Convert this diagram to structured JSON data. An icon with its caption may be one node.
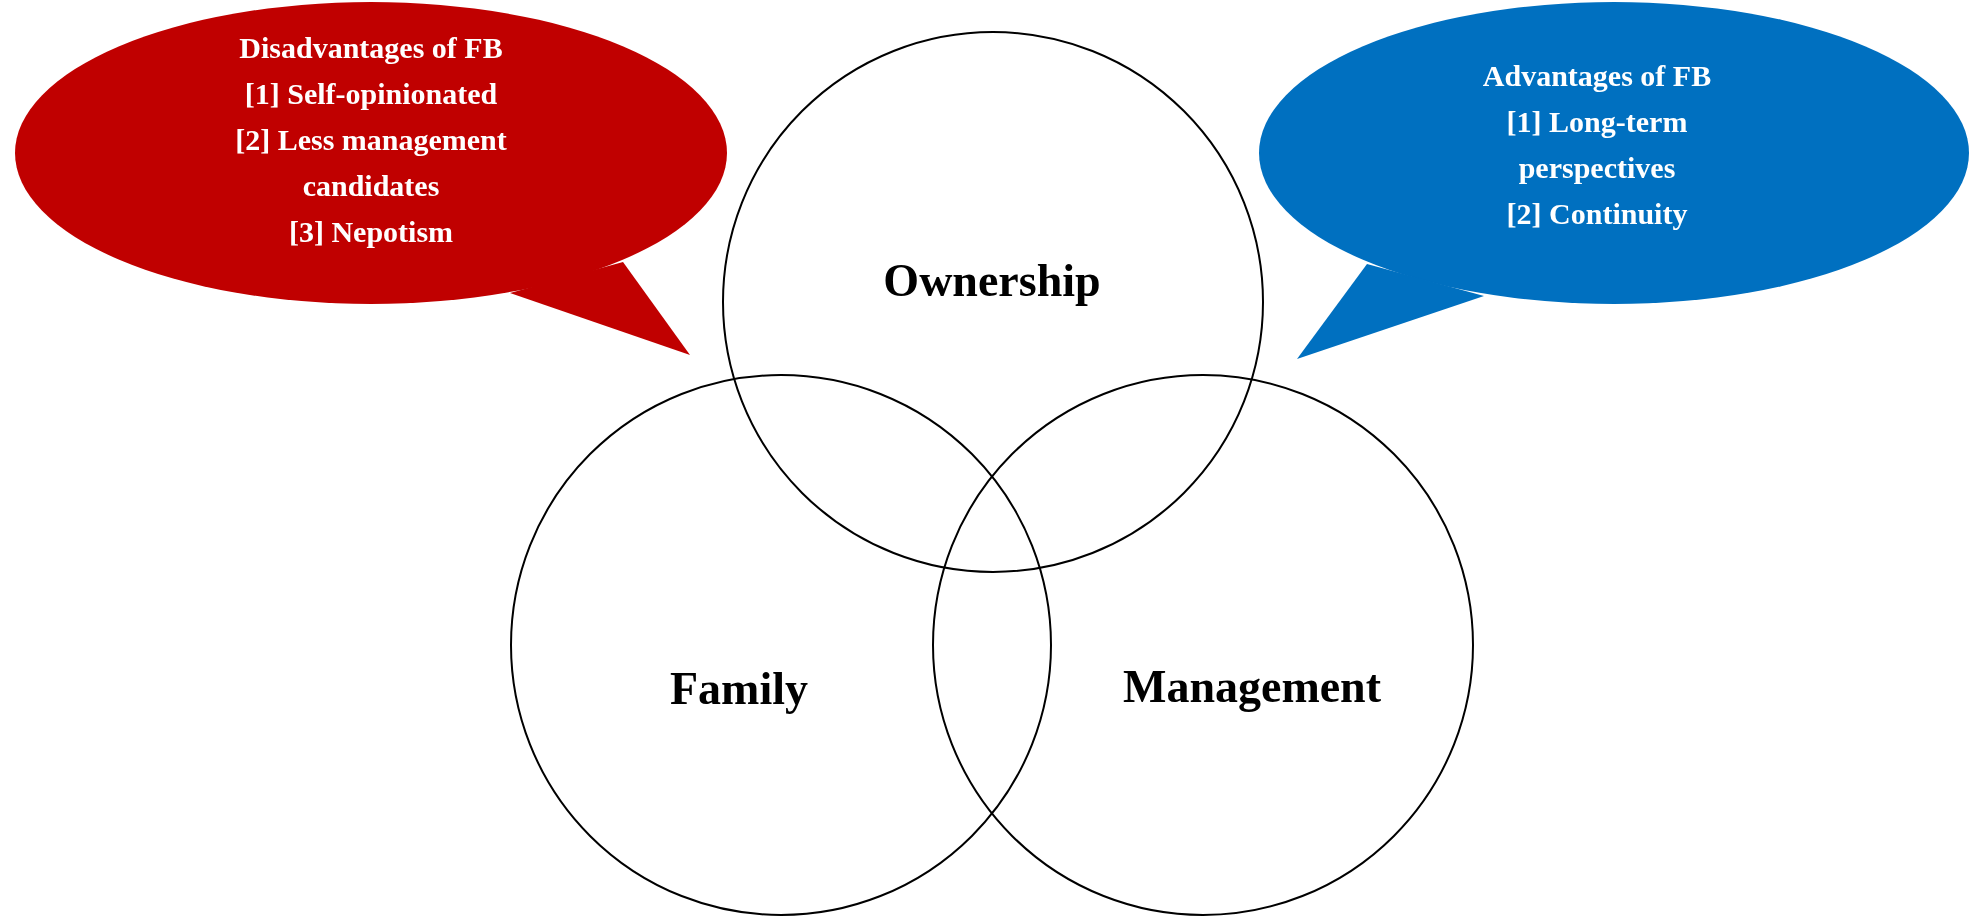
{
  "diagram": {
    "nodes": [
      {
        "text": [
          "Disadvantages of FB",
          "[1] Self-opinionated",
          "[2] Less management candidates",
          "[3] Nepotism"
        ]
      },
      {
        "text": [
          "Advantages of FB",
          "[1] Long-term perspectives",
          "[2] Continuity"
        ]
      },
      {
        "text": [
          "Ownership"
        ]
      },
      {
        "text": [
          "Family"
        ]
      },
      {
        "text": [
          "Management"
        ]
      }
    ]
  }
}
